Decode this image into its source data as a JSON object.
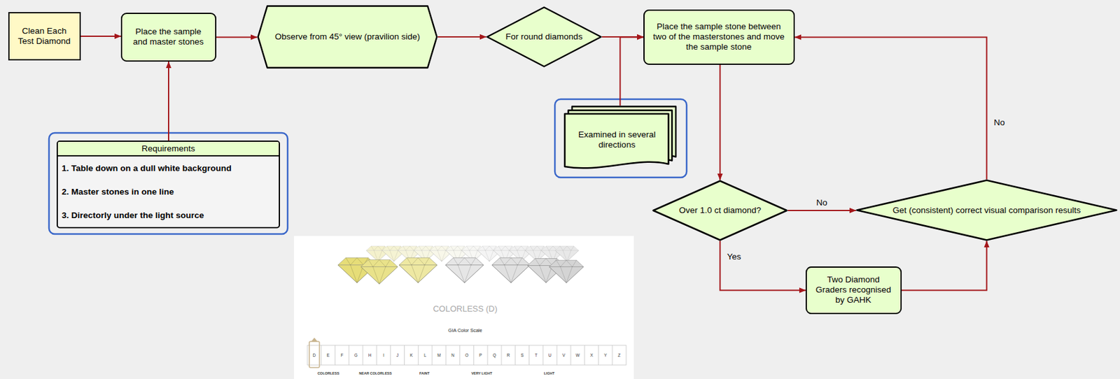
{
  "diagram": {
    "nodes": [
      {
        "text": [
          "Clean Each Test Diamond"
        ]
      },
      {
        "text": [
          "Place the sample and master stones"
        ]
      },
      {
        "text": [
          "Observe from 45° view (pravilion side)"
        ]
      },
      {
        "text": [
          "For round diamonds"
        ]
      },
      {
        "text": [
          "Place the sample stone between two of the masterstones and move the sample stone"
        ]
      },
      {
        "text": [
          "Examined in several directions"
        ]
      },
      {
        "text": [
          "Requirements",
          "1. Table down on a dull white background",
          "2. Master stones in one line",
          "3. Directorly under the light source"
        ]
      },
      {
        "text": [
          "Over 1.0 ct diamond?"
        ]
      },
      {
        "text": [
          "Get (consistent) correct visual comparison results"
        ]
      },
      {
        "text": [
          "Two Diamond Graders recognised by GAHK"
        ]
      }
    ],
    "edges": [
      {
        "from": 0,
        "to": 1,
        "arrow": "to"
      },
      {
        "from": 6,
        "to": 1,
        "arrow": "to"
      },
      {
        "from": 1,
        "to": 2,
        "arrow": "to"
      },
      {
        "from": 2,
        "to": 3,
        "arrow": "to"
      },
      {
        "from": 3,
        "to": 4,
        "arrow": "to"
      },
      {
        "from": 5,
        "to": 4,
        "arrow": "to"
      },
      {
        "from": 4,
        "to": 7,
        "arrow": "to"
      },
      {
        "from": 7,
        "to": 8,
        "label": "No",
        "arrow": "to"
      },
      {
        "from": 7,
        "to": 9,
        "label": "Yes",
        "arrow": "to"
      },
      {
        "from": 9,
        "to": 8,
        "arrow": "to"
      },
      {
        "from": 8,
        "to": 4,
        "label": "No",
        "arrow": "to"
      }
    ],
    "labels": [
      "COLORLESS (D)",
      "GIA Color Scale",
      "D",
      "E",
      "F",
      "G",
      "H",
      "I",
      "J",
      "K",
      "L",
      "M",
      "N",
      "O",
      "P",
      "Q",
      "R",
      "S",
      "T",
      "U",
      "V",
      "W",
      "X",
      "Y",
      "Z",
      "COLORLESS",
      "NEAR COLORLESS",
      "FAINT",
      "VERY LIGHT",
      "LIGHT"
    ]
  }
}
